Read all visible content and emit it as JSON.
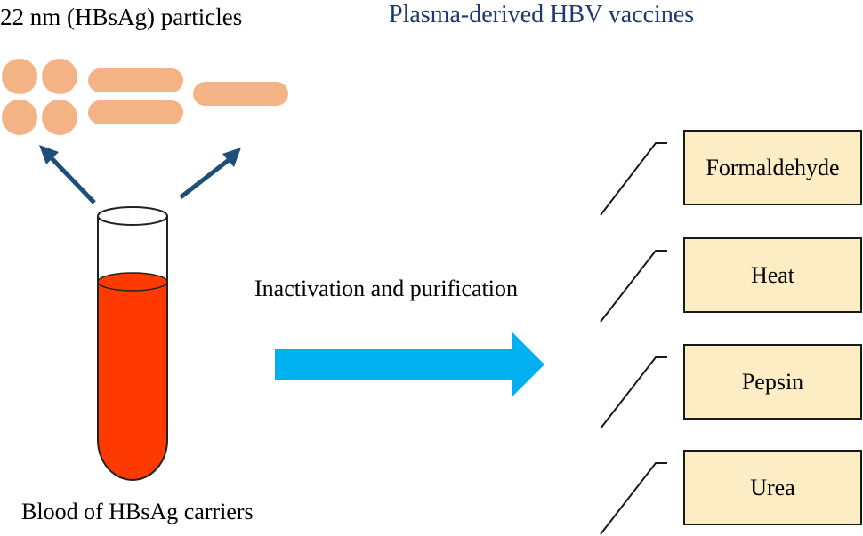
{
  "title": "Plasma-derived HBV vaccines",
  "particles_label": "22 nm (HBsAg) particles",
  "process_label": "Inactivation and purification",
  "source_label": "Blood of HBsAg carriers",
  "methods": [
    "Formaldehyde",
    "Heat",
    "Pepsin",
    "Urea"
  ],
  "colors": {
    "title": "#1f3a6e",
    "particles": "#f3b385",
    "blood": "#ff3a00",
    "process_arrow": "#00b0f0",
    "small_arrows": "#1f4e79",
    "method_box_fill": "#fdedc4"
  }
}
